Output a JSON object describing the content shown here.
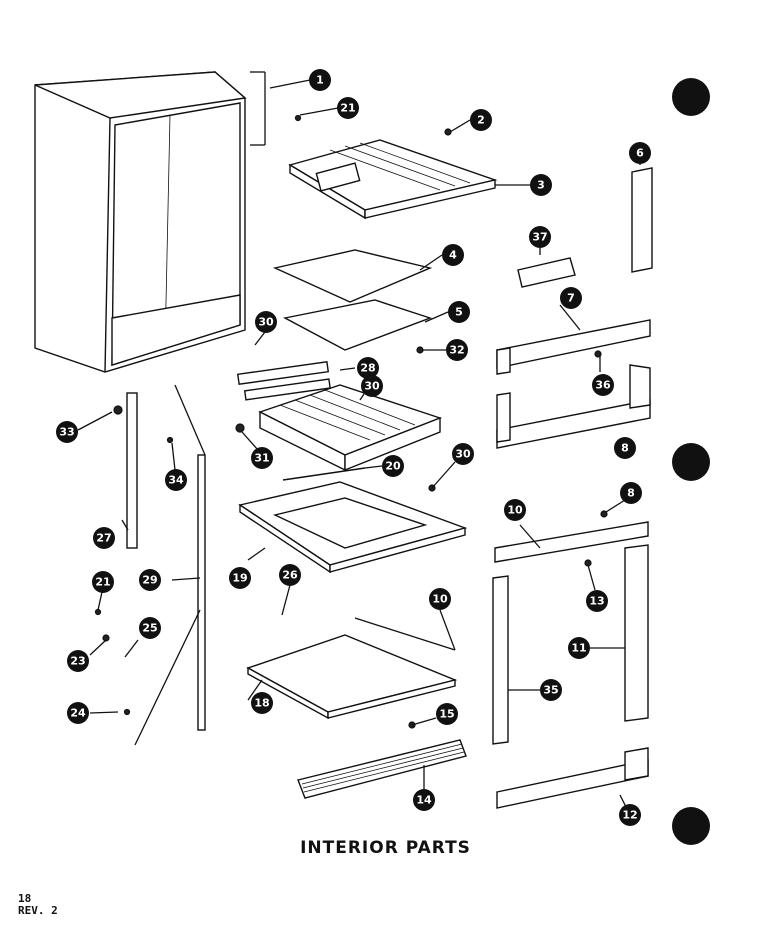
{
  "caption": "INTERIOR PARTS",
  "page_number": "18",
  "revision": "REV. 2",
  "callouts": [
    "1",
    "21",
    "2",
    "3",
    "4",
    "5",
    "6",
    "37",
    "7",
    "36",
    "8",
    "30",
    "28",
    "32",
    "30",
    "31",
    "20",
    "30",
    "19",
    "8",
    "10",
    "13",
    "11",
    "33",
    "34",
    "27",
    "29",
    "21",
    "23",
    "25",
    "24",
    "26",
    "18",
    "10",
    "35",
    "15",
    "14",
    "12"
  ]
}
